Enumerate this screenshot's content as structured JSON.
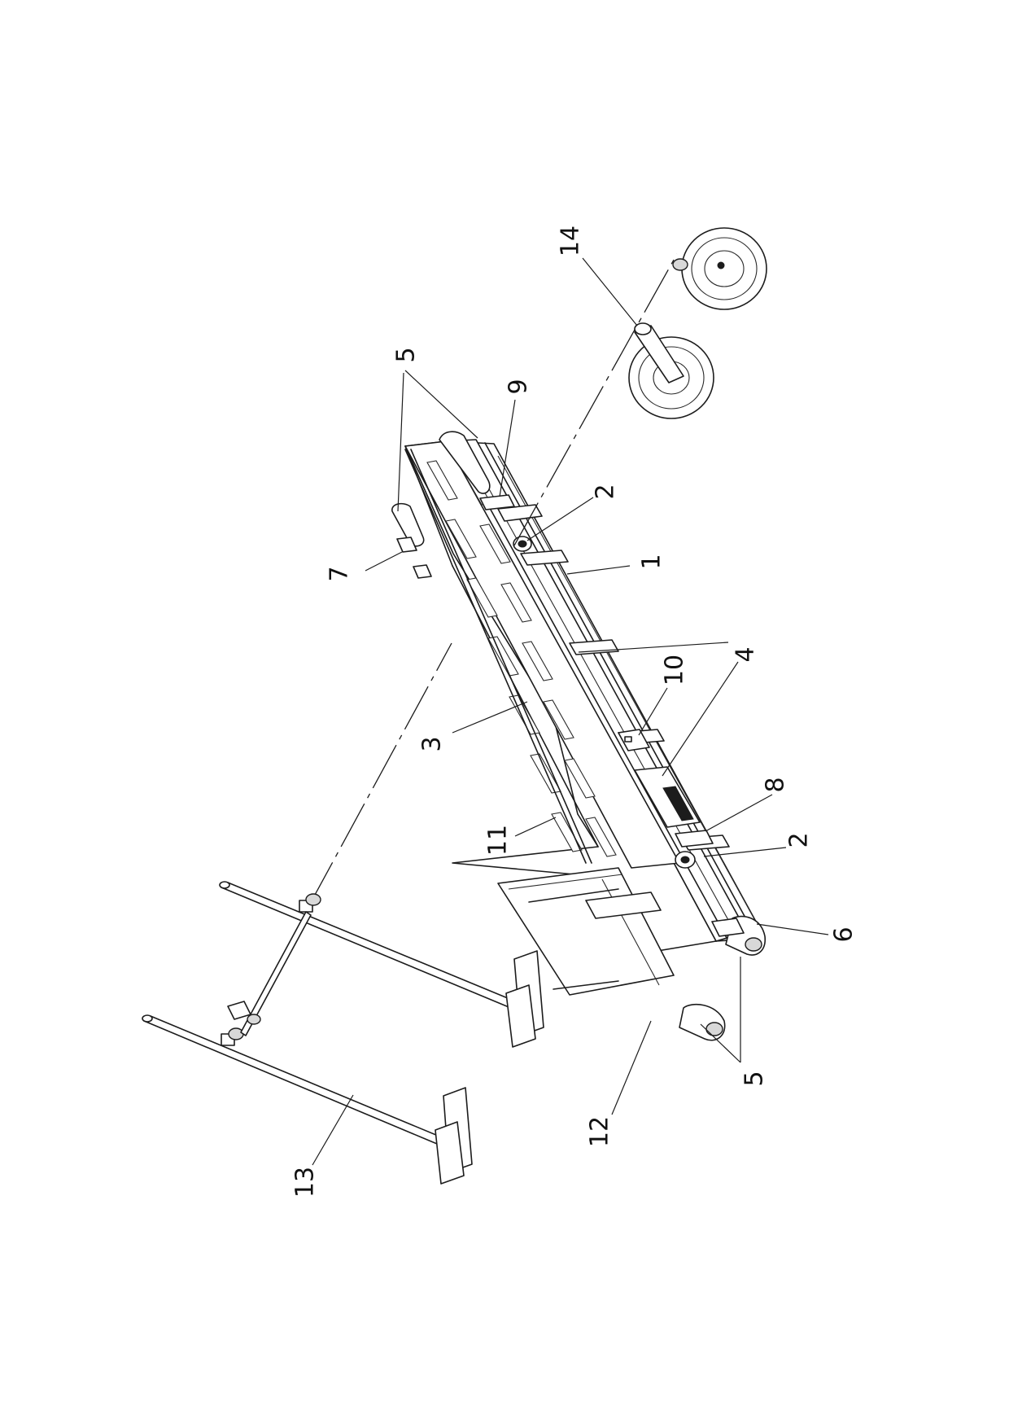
{
  "callouts": [
    {
      "id": "c1",
      "label": "1"
    },
    {
      "id": "c2a",
      "label": "2"
    },
    {
      "id": "c2b",
      "label": "2"
    },
    {
      "id": "c3",
      "label": "3"
    },
    {
      "id": "c4",
      "label": "4"
    },
    {
      "id": "c5a",
      "label": "5"
    },
    {
      "id": "c5b",
      "label": "5"
    },
    {
      "id": "c6",
      "label": "6"
    },
    {
      "id": "c7",
      "label": "7"
    },
    {
      "id": "c8",
      "label": "8"
    },
    {
      "id": "c9",
      "label": "9"
    },
    {
      "id": "c10",
      "label": "10"
    },
    {
      "id": "c11",
      "label": "11"
    },
    {
      "id": "c12",
      "label": "12"
    },
    {
      "id": "c13",
      "label": "13"
    },
    {
      "id": "c14",
      "label": "14"
    }
  ]
}
